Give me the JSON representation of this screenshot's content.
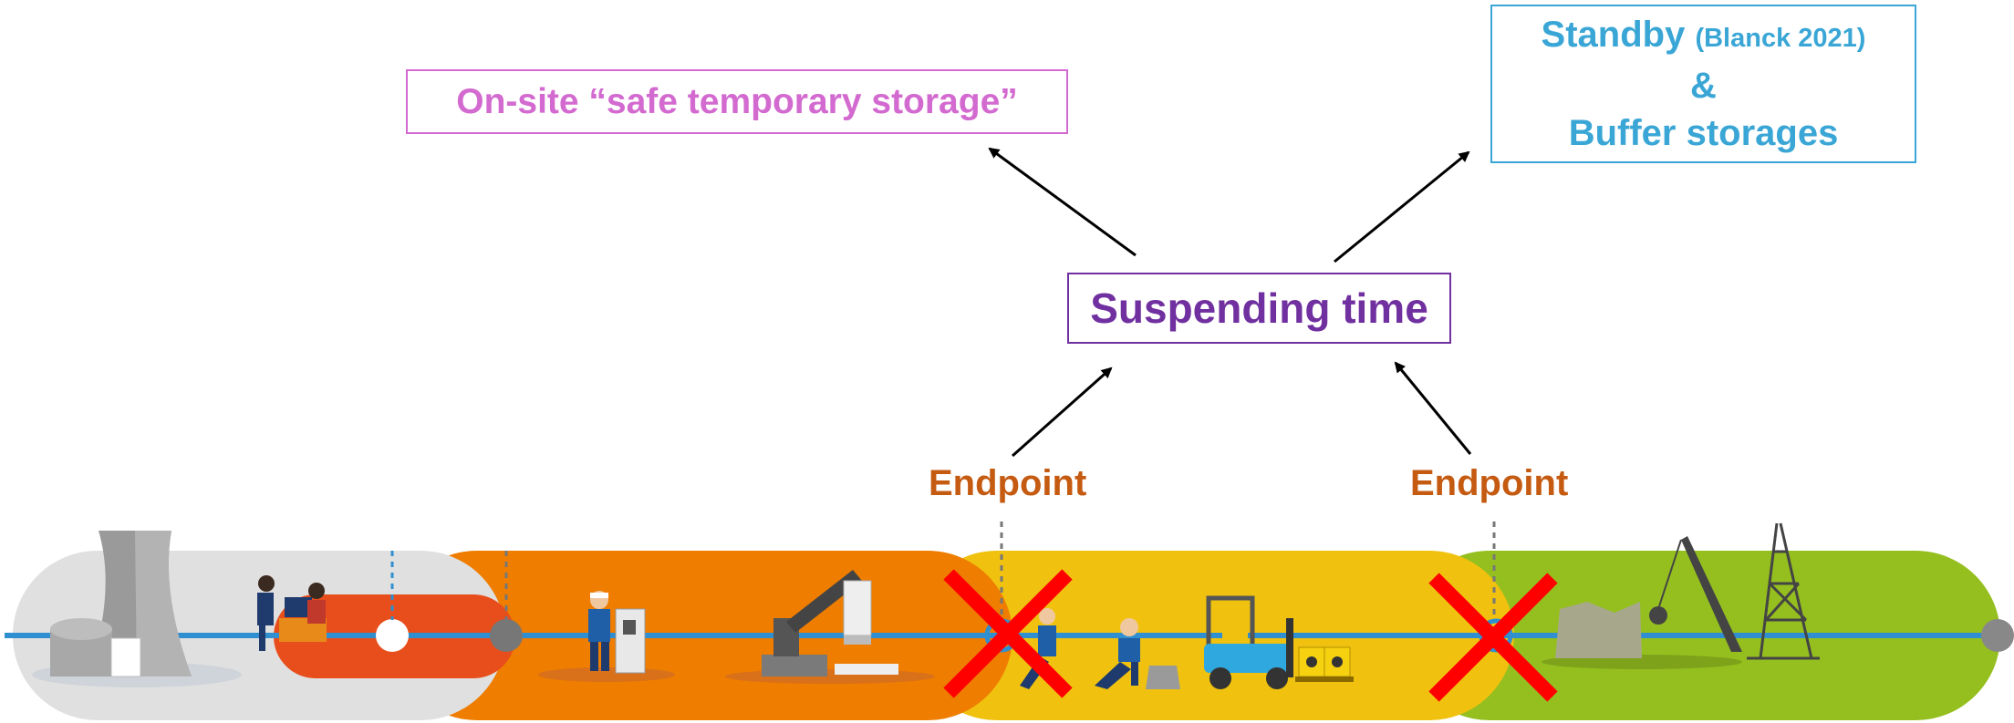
{
  "boxes": {
    "onsite": "On-site “safe temporary storage”",
    "standby_main": "Standby",
    "standby_ref": "(Blanck 2021)",
    "standby_amp": "&",
    "standby_buffer": "Buffer storages",
    "suspending": "Suspending time"
  },
  "endpoints": [
    "Endpoint",
    "Endpoint"
  ],
  "colors": {
    "onsite": "#d36ad0",
    "standby": "#3aa6d6",
    "suspending": "#7030a0",
    "endpoint": "#c55a11",
    "phase_operation": "#e0e0e0",
    "phase_shutdown": "#e84e1b",
    "phase_dismantling": "#ee7d00",
    "phase_waste": "#f0c20f",
    "phase_demolition": "#95bf1f",
    "timeline": "#2f8fd0",
    "cross": "#ff0000"
  },
  "icons": [
    "cooling-tower-icon",
    "office-workers-icon",
    "technician-panel-icon",
    "robot-arm-icon",
    "kneeling-worker-icon",
    "forklift-icon",
    "radioactive-barrels-icon",
    "demolition-crane-icon",
    "pylon-icon"
  ]
}
